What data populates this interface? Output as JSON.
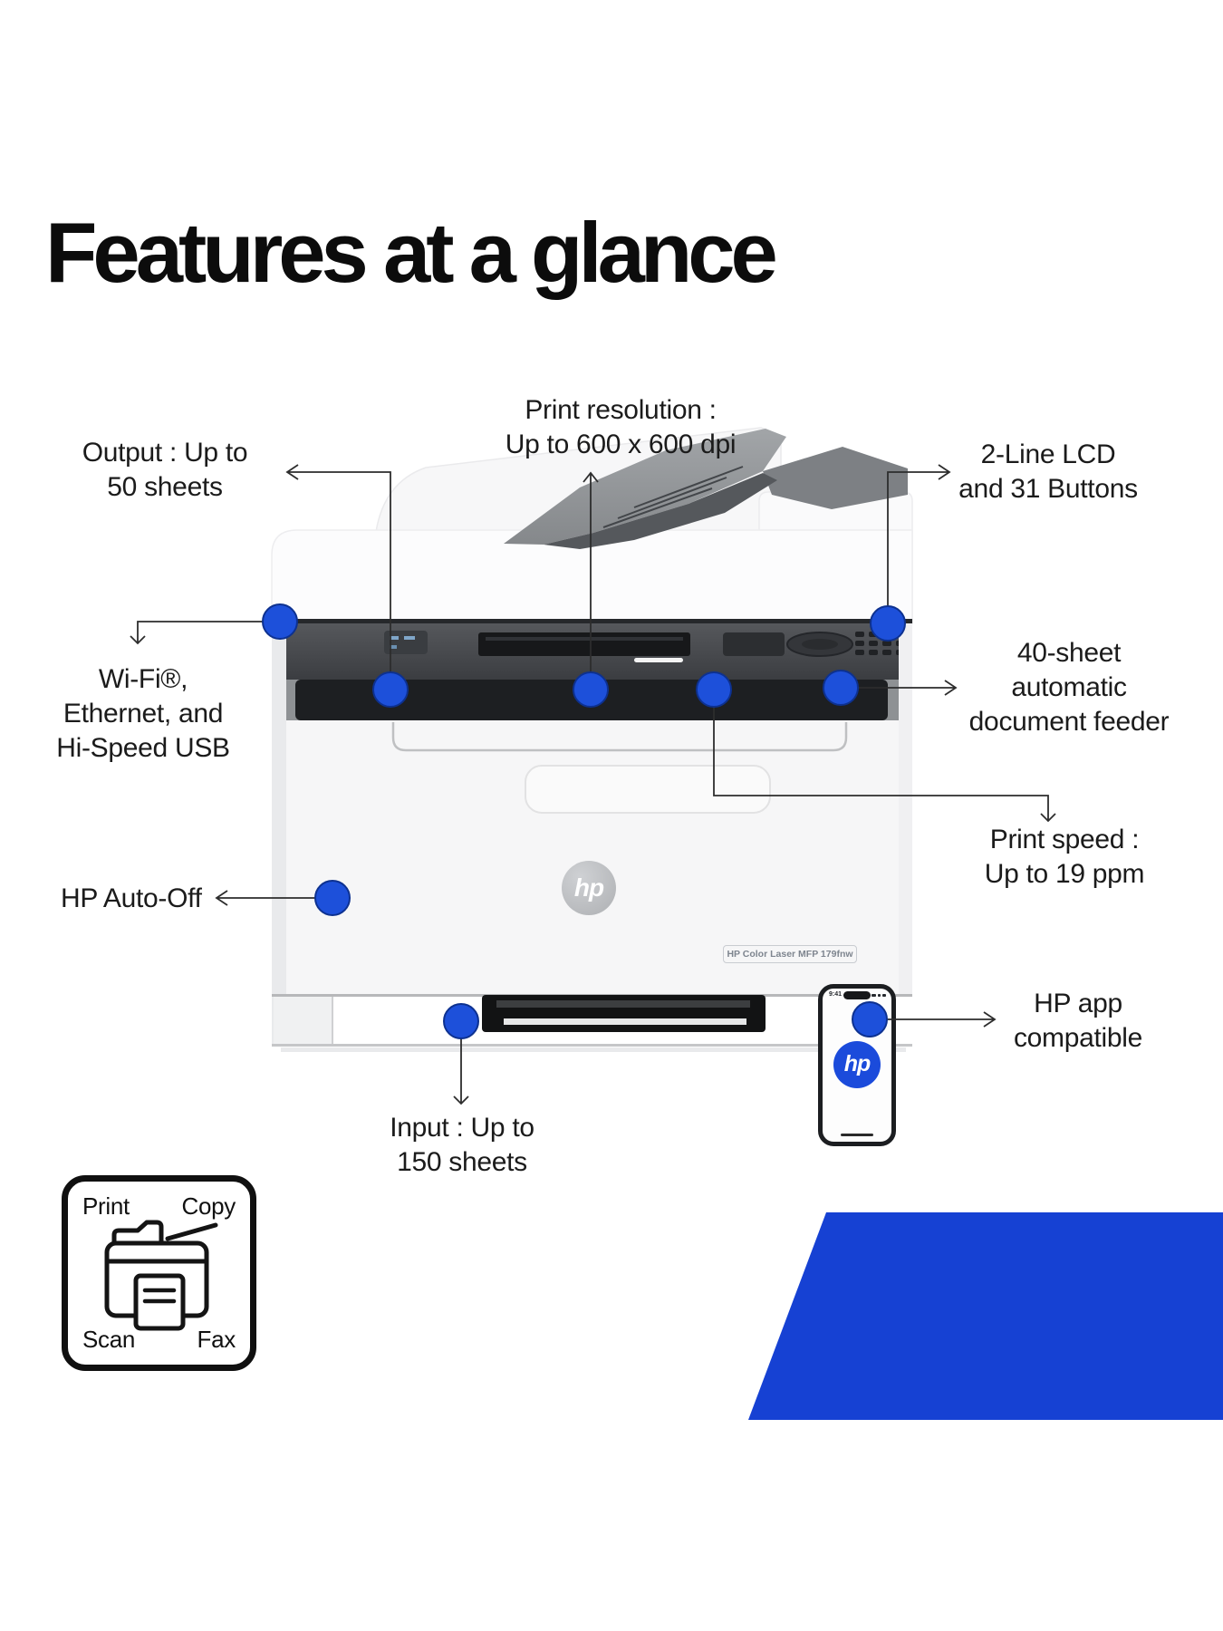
{
  "title": "Features at a glance",
  "colors": {
    "accent_blue": "#1d50da",
    "accent_blue_edge": "#0d3190",
    "shape_blue": "#1641d3",
    "connector_line": "#2d2d2d",
    "panel_dark": "#46484c"
  },
  "callouts": {
    "print_resolution": {
      "lines": [
        "Print resolution :",
        "Up to 600 x 600 dpi"
      ]
    },
    "output": {
      "lines": [
        "Output : Up to",
        "50 sheets"
      ]
    },
    "lcd": {
      "lines": [
        "2-Line LCD",
        "and 31 Buttons"
      ]
    },
    "wifi": {
      "lines": [
        "Wi-Fi®,",
        "Ethernet, and",
        "Hi-Speed USB"
      ]
    },
    "adf": {
      "lines": [
        "40-sheet",
        "automatic",
        "document feeder"
      ]
    },
    "print_speed": {
      "lines": [
        "Print speed :",
        "Up to 19 ppm"
      ]
    },
    "auto_off": {
      "lines": [
        "HP Auto-Off"
      ]
    },
    "hp_app": {
      "lines": [
        "HP app",
        "compatible"
      ]
    },
    "input": {
      "lines": [
        "Input : Up to",
        "150 sheets"
      ]
    }
  },
  "printer": {
    "logo_text": "hp",
    "model_badge": "HP Color Laser MFP 179fnw"
  },
  "phone": {
    "status_time": "9:41",
    "logo_text": "hp"
  },
  "feature_box": {
    "print": "Print",
    "copy": "Copy",
    "scan": "Scan",
    "fax": "Fax"
  }
}
